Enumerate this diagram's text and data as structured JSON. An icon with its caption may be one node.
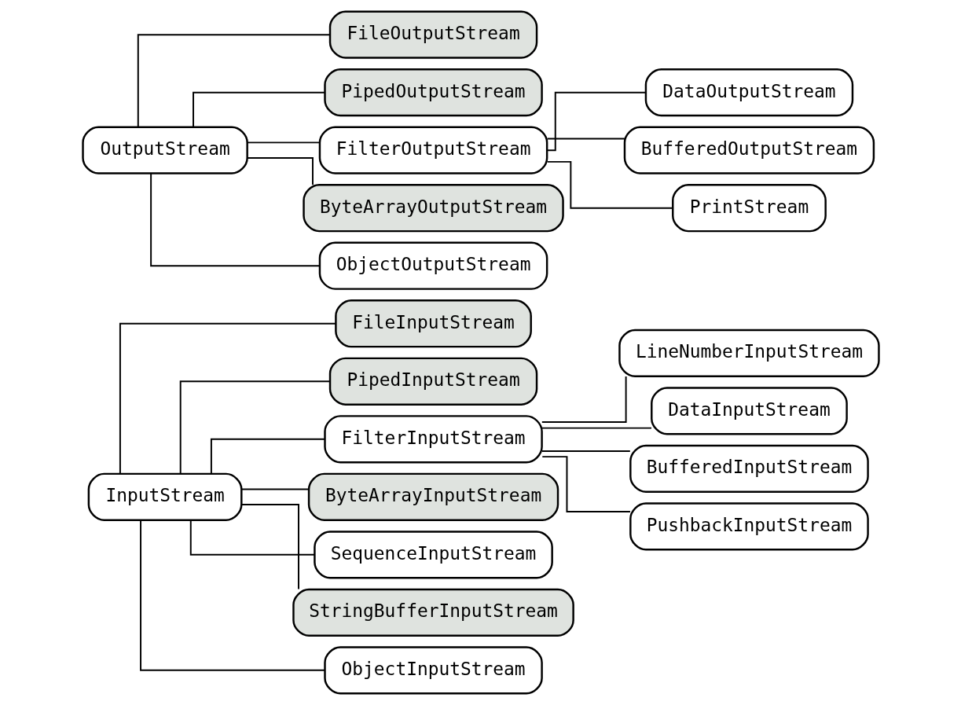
{
  "diagram": {
    "nodes": [
      {
        "text": [
          "InputStream"
        ]
      },
      {
        "text": [
          "FileInputStream"
        ]
      },
      {
        "text": [
          "PipedInputStream"
        ]
      },
      {
        "text": [
          "FilterInputStream"
        ]
      },
      {
        "text": [
          "LineNumberInputStream"
        ]
      },
      {
        "text": [
          "DataInputStream"
        ]
      },
      {
        "text": [
          "BufferedInputStream"
        ]
      },
      {
        "text": [
          "PushbackInputStream"
        ]
      },
      {
        "text": [
          "ByteArrayInputStream"
        ]
      },
      {
        "text": [
          "SequenceInputStream"
        ]
      },
      {
        "text": [
          "StringBufferInputStream"
        ]
      },
      {
        "text": [
          "ObjectInputStream"
        ]
      },
      {
        "text": [
          "OutputStream"
        ]
      },
      {
        "text": [
          "FileOutputStream"
        ]
      },
      {
        "text": [
          "PipedOutputStream"
        ]
      },
      {
        "text": [
          "FilterOutputStream"
        ]
      },
      {
        "text": [
          "DataOutputStream"
        ]
      },
      {
        "text": [
          "BufferedOutputStream"
        ]
      },
      {
        "text": [
          "PrintStream"
        ]
      },
      {
        "text": [
          "ByteArrayOutputStream"
        ]
      },
      {
        "text": [
          "ObjectOutputStream"
        ]
      }
    ],
    "edges": [
      {
        "from": 0,
        "to": 1,
        "arrow": "none"
      },
      {
        "from": 0,
        "to": 2,
        "arrow": "none"
      },
      {
        "from": 0,
        "to": 3,
        "arrow": "none"
      },
      {
        "from": 3,
        "to": 4,
        "arrow": "none"
      },
      {
        "from": 3,
        "to": 5,
        "arrow": "none"
      },
      {
        "from": 3,
        "to": 6,
        "arrow": "none"
      },
      {
        "from": 3,
        "to": 7,
        "arrow": "none"
      },
      {
        "from": 0,
        "to": 8,
        "arrow": "none"
      },
      {
        "from": 0,
        "to": 9,
        "arrow": "none"
      },
      {
        "from": 0,
        "to": 10,
        "arrow": "none"
      },
      {
        "from": 0,
        "to": 11,
        "arrow": "none"
      },
      {
        "from": 12,
        "to": 13,
        "arrow": "none"
      },
      {
        "from": 12,
        "to": 14,
        "arrow": "none"
      },
      {
        "from": 12,
        "to": 15,
        "arrow": "none"
      },
      {
        "from": 15,
        "to": 16,
        "arrow": "none"
      },
      {
        "from": 15,
        "to": 17,
        "arrow": "none"
      },
      {
        "from": 15,
        "to": 18,
        "arrow": "none"
      },
      {
        "from": 12,
        "to": 19,
        "arrow": "none"
      },
      {
        "from": 12,
        "to": 20,
        "arrow": "none"
      }
    ]
  }
}
